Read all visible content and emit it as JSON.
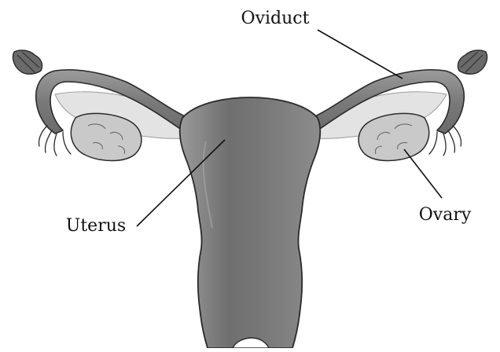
{
  "labels": {
    "oviduct": "Oviduct",
    "uterus": "Uterus",
    "ovary": "Ovary"
  },
  "colors": {
    "background": "#ffffff",
    "uterus_fill": "#8a8a8a",
    "uterus_shade": "#5f5f5f",
    "oviduct_fill": "#7e7e7e",
    "ovary_fill": "#c7c7c7",
    "ligament_fill": "#dedede",
    "outline": "#2a2a2a",
    "label_text": "#111111"
  }
}
